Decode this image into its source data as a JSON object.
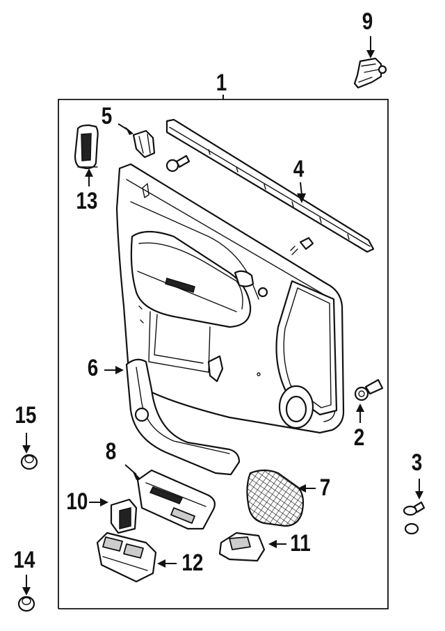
{
  "callouts": {
    "c1": "1",
    "c2": "2",
    "c3": "3",
    "c4": "4",
    "c5": "5",
    "c6": "6",
    "c7": "7",
    "c8": "8",
    "c9": "9",
    "c10": "10",
    "c11": "11",
    "c12": "12",
    "c13": "13",
    "c14": "14",
    "c15": "15"
  },
  "colors": {
    "ink": "#111111",
    "paper": "#ffffff",
    "shade": "#cccccc"
  }
}
